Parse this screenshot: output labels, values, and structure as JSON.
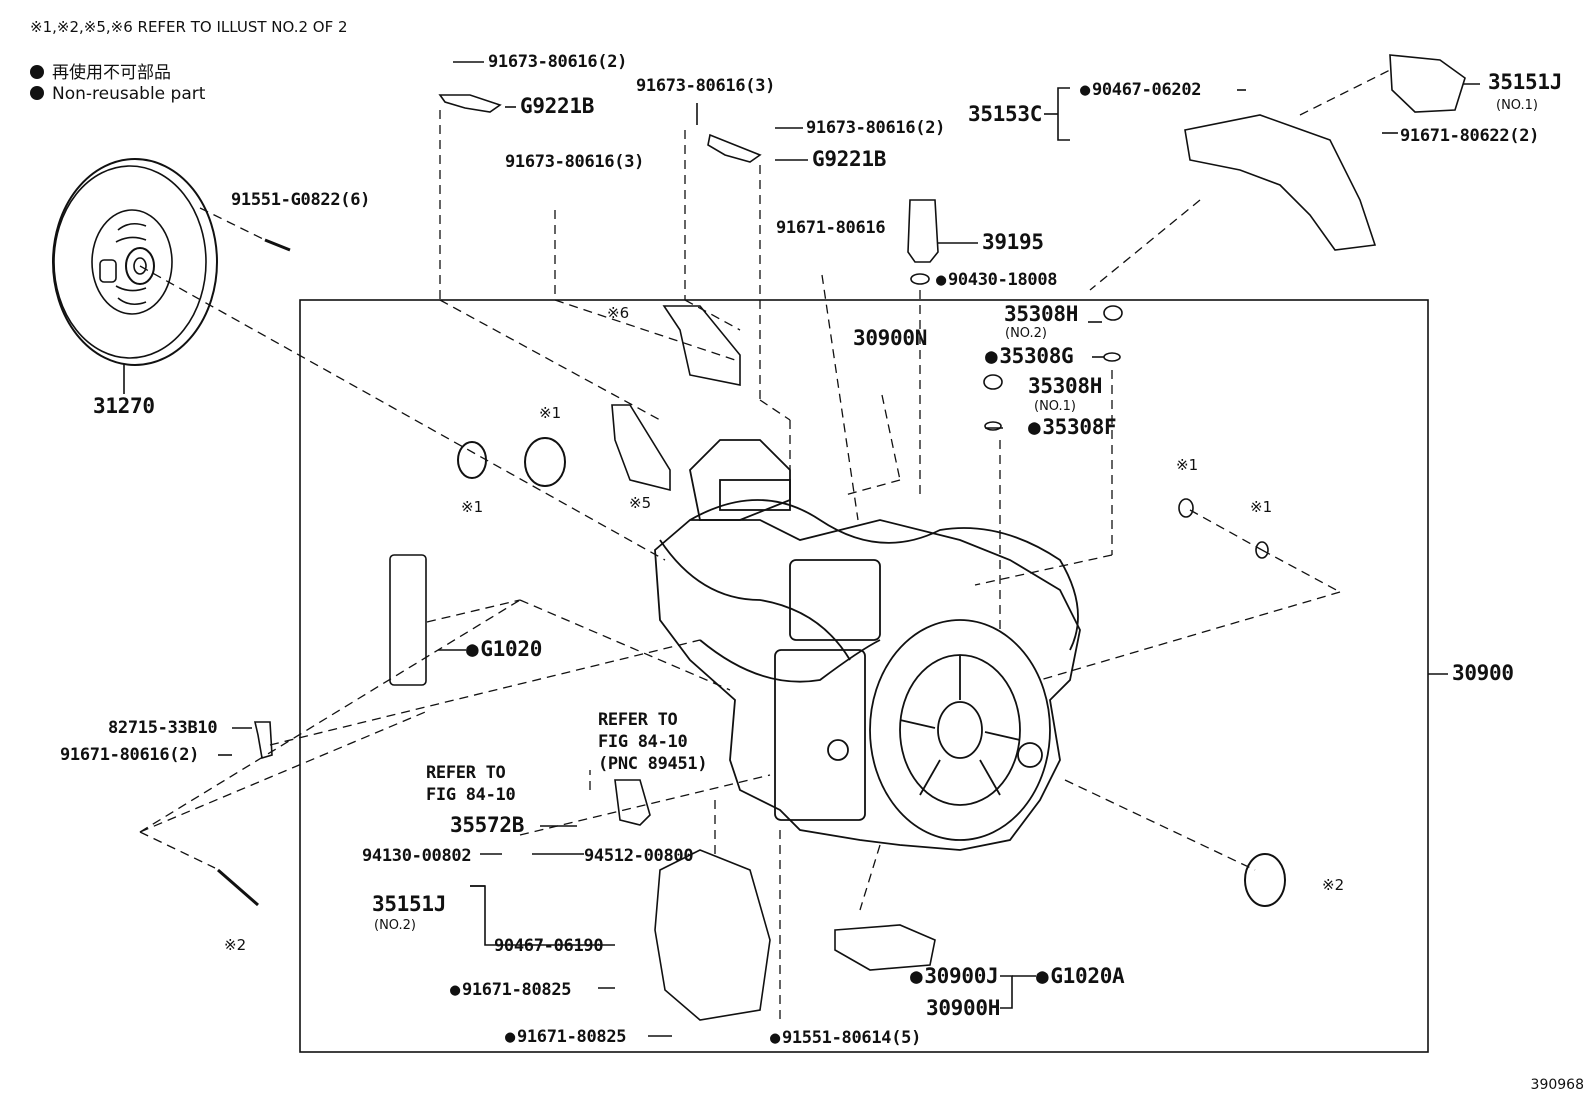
{
  "header": {
    "note": "※1,※2,※5,※6 REFER TO ILLUST NO.2 OF 2",
    "legend": [
      {
        "text": "再使用不可部品"
      },
      {
        "text": "Non-reusable part"
      }
    ]
  },
  "figure_number": "390968",
  "labels": {
    "p31270": "31270",
    "p91551_g0822": "91551-G0822(6)",
    "p91673_a": "91673-80616(2)",
    "p91673_b": "91673-80616(3)",
    "p91673_c": "91673-80616(3)",
    "p91673_d": "91673-80616(2)",
    "g9221b_a": "G9221B",
    "g9221b_b": "G9221B",
    "p91671_80616": "91671-80616",
    "p39195": "39195",
    "p90430": "90430-18008",
    "p35153c": "35153C",
    "p90467_06202": "90467-06202",
    "p35151j_top": "35151J",
    "p35151j_top_sub": "(NO.1)",
    "p91671_80622": "91671-80622(2)",
    "x6": "※6",
    "x5": "※5",
    "x1_a": "※1",
    "x1_b": "※1",
    "x1_c": "※1",
    "x1_d": "※1",
    "x2_a": "※2",
    "x2_b": "※2",
    "p30900n": "30900N",
    "p35308h_a": "35308H",
    "p35308h_a_sub": "(NO.2)",
    "p35308g": "35308G",
    "p35308h_b": "35308H",
    "p35308h_b_sub": "(NO.1)",
    "p35308f": "35308F",
    "g1020": "G1020",
    "p30900": "30900",
    "p82715": "82715-33B10",
    "p91671_80616_2": "91671-80616(2)",
    "refer1_l1": "REFER TO",
    "refer1_l2": "FIG 84-10",
    "refer1_l3": "(PNC 89451)",
    "refer2_l1": "REFER TO",
    "refer2_l2": "FIG 84-10",
    "p35572b": "35572B",
    "p94130": "94130-00802",
    "p94512": "94512-00800",
    "p35151j_bot": "35151J",
    "p35151j_bot_sub": "(NO.2)",
    "p90467_06190": "90467-06190",
    "p91671_80825_a": "91671-80825",
    "p91671_80825_b": "91671-80825",
    "p91551_80614": "91551-80614(5)",
    "p30900j": "30900J",
    "p30900h": "30900H",
    "g1020a": "G1020A"
  },
  "colors": {
    "ink": "#111111",
    "background": "#ffffff"
  }
}
